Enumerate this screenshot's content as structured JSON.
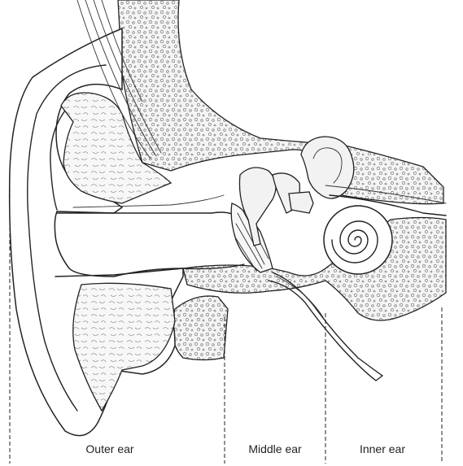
{
  "regions": {
    "outer_ear": "Outer ear",
    "middle_ear": "Middle ear",
    "inner_ear": "Inner ear"
  },
  "colors": {
    "line": "#222222",
    "bone_fill": "#f2f2f2",
    "background": "#ffffff"
  }
}
